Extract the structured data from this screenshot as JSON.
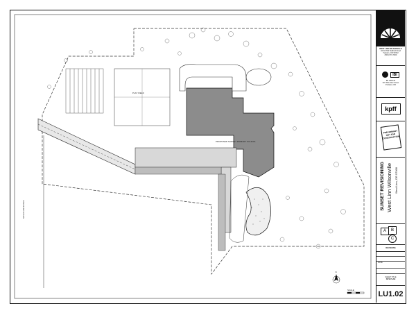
{
  "title_block": {
    "company": "WEST LINN WILSONVILLE",
    "address_lines": [
      "22210 SW Stafford Road",
      "Tualatin, OR 97062",
      "(503) 673-7000"
    ],
    "architect_badge": "IBI",
    "architect_lines": [
      "IBI GROUP",
      "907 SW Alder Street",
      "Portland, OR"
    ],
    "engineer_logo": "kpff",
    "stamp_text": "PRELIMINARY NOT FOR CONSTRUCTION",
    "project_title": "SUNSET REVISIONING",
    "project_subtitle": "West Linn Wilsonville",
    "project_location": "West Linn, OR 97068",
    "phase_letters": [
      "A",
      "B",
      "C"
    ],
    "revision_heading": "REVISIONS",
    "date_label": "DATE",
    "sheet_title_label": "SHEET TITLE",
    "sheet_title": "SITE PLAN",
    "sheet_number": "LU1.02"
  },
  "plan": {
    "building_label": "PROPOSED SUNSET PRIMARY SCHOOL",
    "field_label": "PLAY FIELD",
    "scale_label": "SCALE",
    "north_label": "N",
    "margin_note": "SITE PLAN NOTES"
  }
}
